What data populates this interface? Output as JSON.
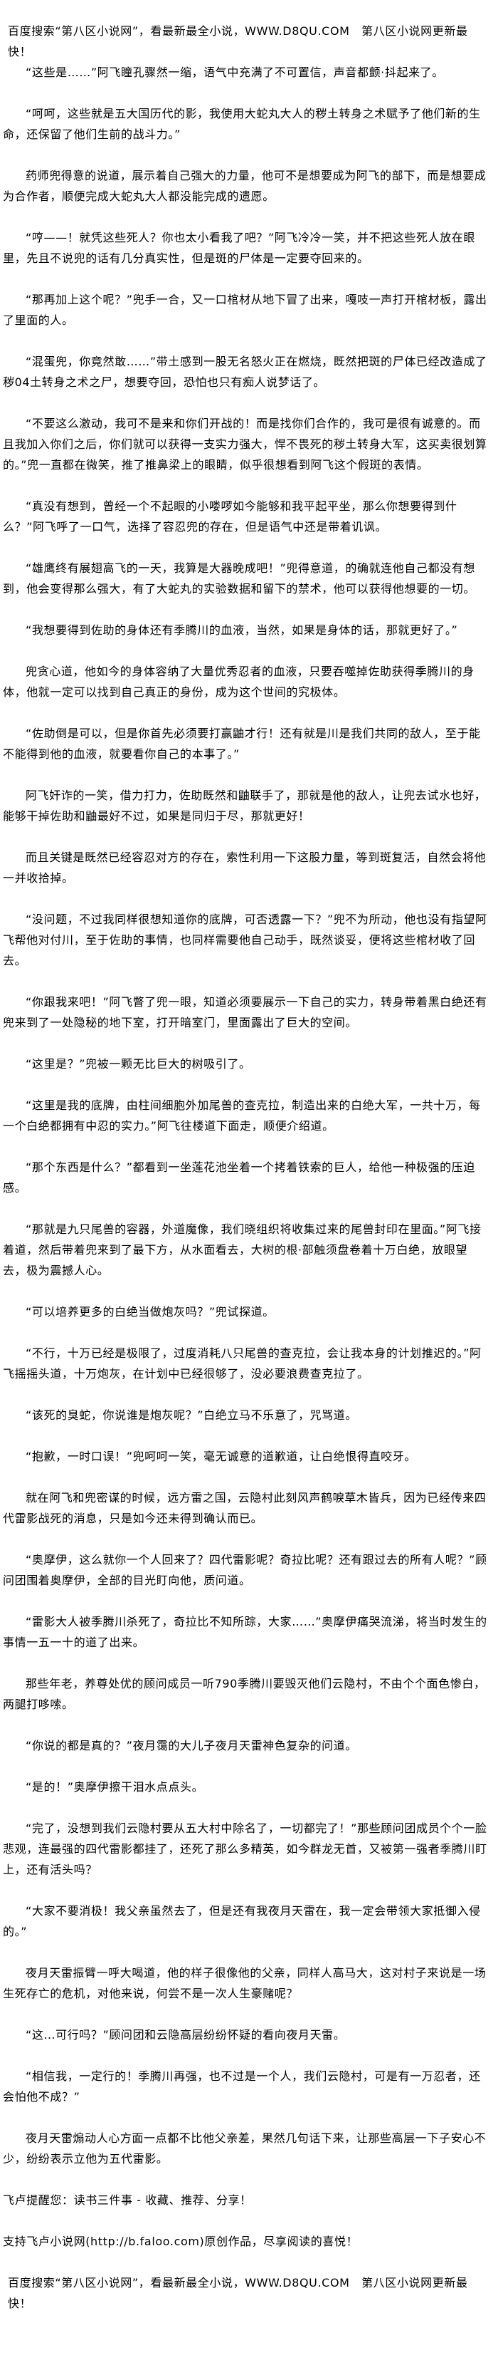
{
  "site_banner": "百度搜索“第八区小说网”，看最新最全小说，WWW.D8QU.COM　第八区小说网更新最快！",
  "paragraphs": [
    "“这些是……”阿飞瞳孔骤然一缩，语气中充满了不可置信，声音都颤·抖起来了。",
    "“呵呵，这些就是五大国历代的影，我使用大蛇丸大人的秽土转身之术赋予了他们新的生命，还保留了他们生前的战斗力。”",
    "药师兜得意的说道，展示着自己强大的力量，他可不是想要成为阿飞的部下，而是想要成为合作者，顺便完成大蛇丸大人都没能完成的遗愿。",
    "“哼——！就凭这些死人？你也太小看我了吧？”阿飞冷冷一笑，并不把这些死人放在眼里，先且不说兜的话有几分真实性，但是斑的尸体是一定要夺回来的。",
    "“那再加上这个呢？”兜手一合，又一口棺材从地下冒了出来，嘎吱一声打开棺材板，露出了里面的人。",
    "“混蛋兜，你竟然敢……”带土感到一股无名怒火正在燃烧，既然把斑的尸体已经改造成了秽04土转身之术之尸，想要夺回，恐怕也只有痴人说梦话了。",
    "“不要这么激动，我可不是来和你们开战的！而是找你们合作的，我可是很有诚意的。而且我加入你们之后，你们就可以获得一支实力强大，悍不畏死的秽土转身大军，这买卖很划算的。”兜一直都在微笑，推了推鼻梁上的眼睛，似乎很想看到阿飞这个假斑的表情。",
    "“真没有想到，曾经一个不起眼的小喽啰如今能够和我平起平坐，那么你想要得到什么？”阿飞呼了一口气，选择了容忍兜的存在，但是语气中还是带着讥讽。",
    "“雄鹰终有展翅高飞的一天，我算是大器晚成吧！”兜得意道，的确就连他自己都没有想到，他会变得那么强大，有了大蛇丸的实验数据和留下的禁术，他可以获得他想要的一切。",
    "“我想要得到佐助的身体还有季腾川的血液，当然，如果是身体的话，那就更好了。”",
    "兜贪心道，他如今的身体容纳了大量优秀忍者的血液，只要吞噬掉佐助获得季腾川的身体，他就一定可以找到自己真正的身份，成为这个世间的究极体。",
    "“佐助倒是可以，但是你首先必须要打赢鼬才行！还有就是川是我们共同的敌人，至于能不能得到他的血液，就要看你自己的本事了。”",
    "阿飞奸诈的一笑，借力打力，佐助既然和鼬联手了，那就是他的敌人，让兜去试水也好，能够干掉佐助和鼬最好不过，如果是同归于尽，那就更好！",
    "而且关键是既然已经容忍对方的存在，索性利用一下这股力量，等到斑复活，自然会将他一并收拾掉。",
    "“没问题，不过我同样很想知道你的底牌，可否透露一下？”兜不为所动，他也没有指望阿飞帮他对付川，至于佐助的事情，也同样需要他自己动手，既然谈妥，便将这些棺材收了回去。",
    "“你跟我来吧！”阿飞瞥了兜一眼，知道必须要展示一下自己的实力，转身带着黑白绝还有兜来到了一处隐秘的地下室，打开暗室门，里面露出了巨大的空间。",
    "“这里是？”兜被一颗无比巨大的树吸引了。",
    "“这里是我的底牌，由柱间细胞外加尾兽的查克拉，制造出来的白绝大军，一共十万，每一个白绝都拥有中忍的实力。”阿飞往楼道下面走，顺便介绍道。",
    "“那个东西是什么？”都看到一坐莲花池坐着一个拷着铁索的巨人，给他一种极强的压迫感。",
    "“那就是九只尾兽的容器，外道魔像，我们晓组织将收集过来的尾兽封印在里面。”阿飞接着道，然后带着兜来到了最下方，从水面看去，大树的根·部触须盘卷着十万白绝，放眼望去，极为震撼人心。",
    "“可以培养更多的白绝当做炮灰吗？”兜试探道。",
    "“不行，十万已经是极限了，过度消耗八只尾兽的查克拉，会让我本身的计划推迟的。”阿飞摇摇头道，十万炮灰，在计划中已经很够了，没必要浪费查克拉了。",
    "“该死的臭蛇，你说谁是炮灰呢？”白绝立马不乐意了，咒骂道。",
    "“抱歉，一时口误！”兜呵呵一笑，毫无诚意的道歉道，让白绝恨得直咬牙。",
    "就在阿飞和兜密谋的时候，远方雷之国，云隐村此刻风声鹤唳草木皆兵，因为已经传来四代雷影战死的消息，只是如今还未得到确认而已。",
    "“奥摩伊，这么就你一个人回来了？四代雷影呢？奇拉比呢？还有跟过去的所有人呢？”顾问团围着奥摩伊，全部的目光盯向他，质问道。",
    "“雷影大人被季腾川杀死了，奇拉比不知所踪，大家……”奥摩伊痛哭流涕，将当时发生的事情一五一十的道了出来。",
    "那些年老，养尊处优的顾问成员一听790季腾川要毁灭他们云隐村，不由个个面色惨白，两腿打哆嗦。",
    "“你说的都是真的？”夜月霭的大儿子夜月天雷神色复杂的问道。",
    "“是的！”奥摩伊擦干泪水点点头。",
    "“完了，没想到我们云隐村要从五大村中除名了，一切都完了！”那些顾问团成员个个一脸悲观，连最强的四代雷影都挂了，还死了那么多精英，如今群龙无首，又被第一强者季腾川盯上，还有活头吗？",
    "“大家不要消极！我父亲虽然去了，但是还有我夜月天雷在，我一定会带领大家抵御入侵的。”",
    "夜月天雷振臂一呼大喝道，他的样子很像他的父亲，同样人高马大，这对村子来说是一场生死存亡的危机，对他来说，何尝不是一次人生豪赌呢？",
    "“这…可行吗？”顾问团和云隐高层纷纷怀疑的看向夜月天雷。",
    "“相信我，一定行的！季腾川再强，也不过是一个人，我们云隐村，可是有一万忍者，还会怕他不成？”",
    "夜月天雷煽动人心方面一点都不比他父亲差，果然几句话下来，让那些高层一下子安心不少，纷纷表示立他为五代雷影。"
  ],
  "reminder": "飞卢提醒您：读书三件事 - 收藏、推荐、分享！",
  "support": "支持飞卢小说网(http://b.faloo.com)原创作品，尽享阅读的喜悦！",
  "footer_banner": "百度搜索“第八区小说网”，看最新最全小说，WWW.D8QU.COM　第八区小说网更新最快！"
}
